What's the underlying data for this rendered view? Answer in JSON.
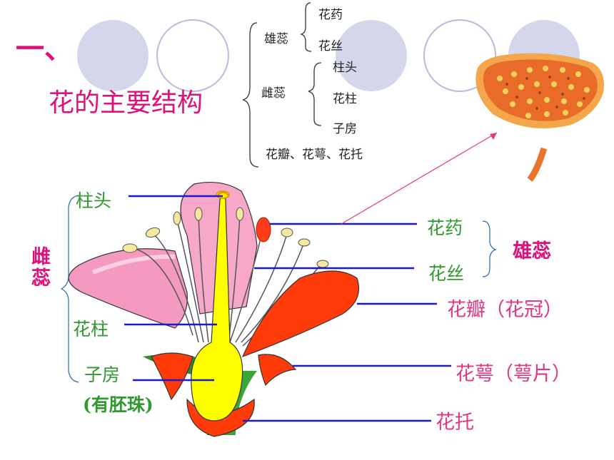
{
  "title": {
    "number": "一、",
    "main": "花的主要结构"
  },
  "tree": {
    "stamen": "雄蕊",
    "anther": "花药",
    "filament": "花丝",
    "pistil": "雌蕊",
    "stigma": "柱头",
    "style": "花柱",
    "ovary": "子房",
    "others": "花瓣、花萼、花托"
  },
  "labels": {
    "stigma": "柱头",
    "pistil": "雌蕊",
    "style": "花柱",
    "ovary": "子房",
    "ovule_note": "(有胚珠)",
    "anther": "花药",
    "filament": "花丝",
    "stamen": "雄蕊",
    "petal": "花瓣（花冠）",
    "sepal": "花萼（萼片）",
    "receptacle": "花托"
  },
  "colors": {
    "title": "#e0107a",
    "green_label": "#2e9a2e",
    "pink_label": "#e0357f",
    "leader_line": "#1a1acc",
    "circle_fill": "#d4d6ec"
  }
}
